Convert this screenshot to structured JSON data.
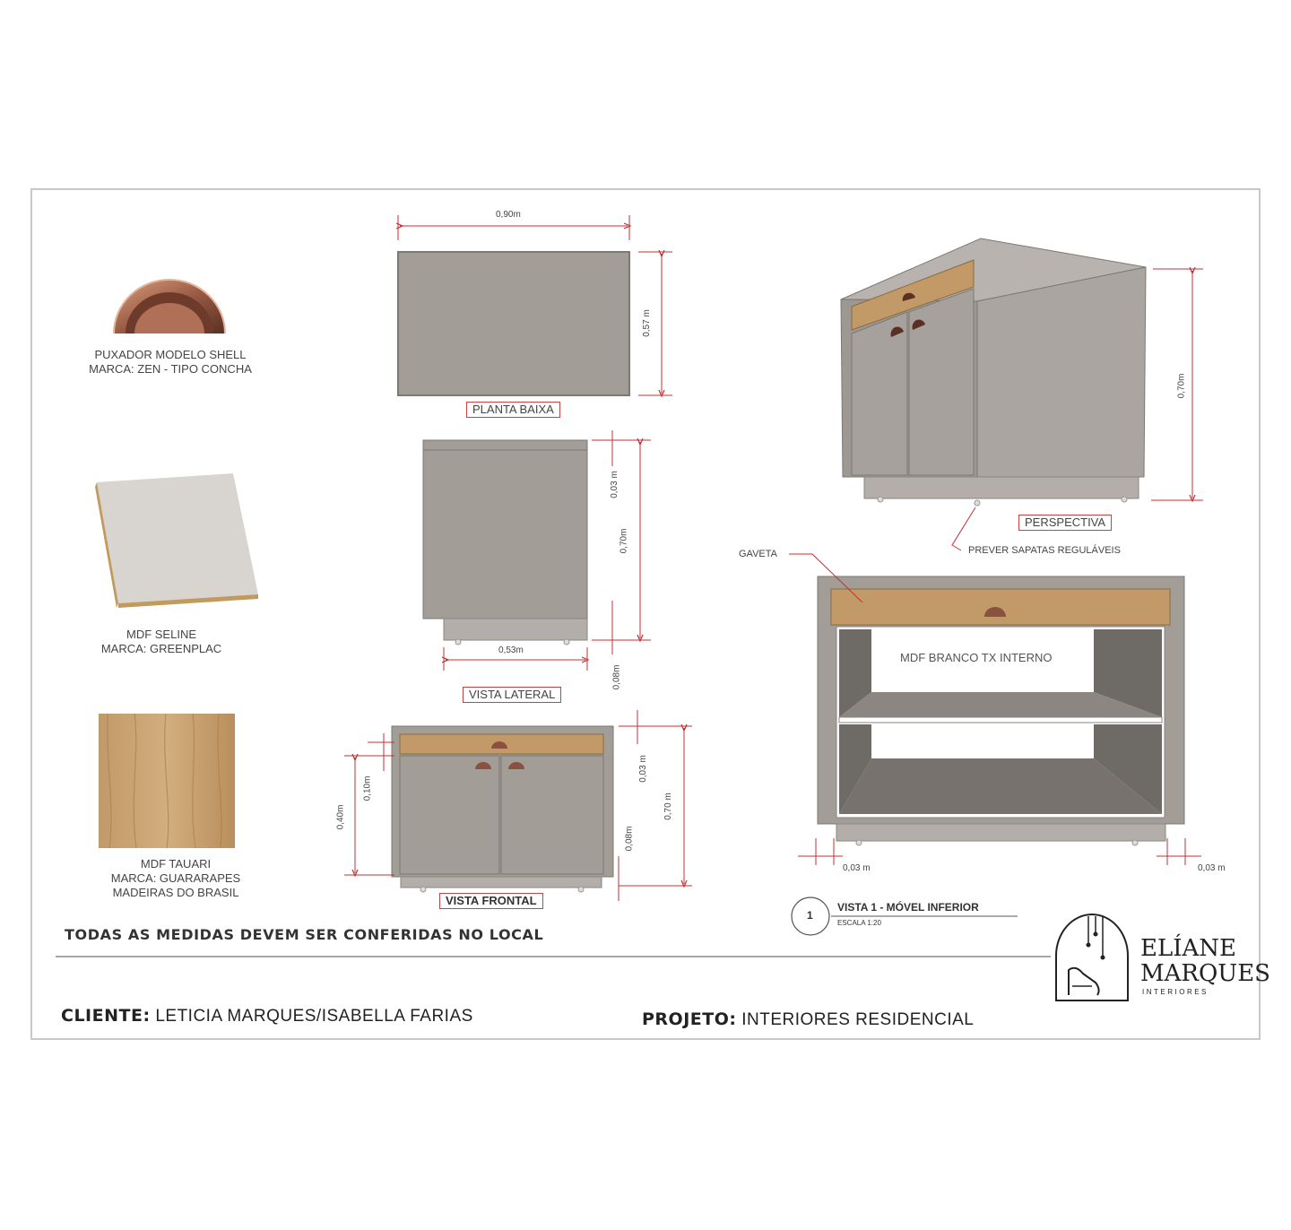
{
  "materials": {
    "handle": {
      "line1": "PUXADOR MODELO SHELL",
      "line2": "MARCA: ZEN - TIPO CONCHA"
    },
    "mdf_seline": {
      "line1": "MDF SELINE",
      "line2": "MARCA: GREENPLAC"
    },
    "mdf_tauari": {
      "line1": "MDF TAUARI",
      "line2": "MARCA: GUARARAPES",
      "line3": "MADEIRAS DO BRASIL"
    }
  },
  "views": {
    "planta_baixa": "PLANTA BAIXA",
    "vista_lateral": "VISTA LATERAL",
    "vista_frontal": "VISTA FRONTAL",
    "perspectiva": "PERSPECTIVA"
  },
  "dimensions": {
    "plan_width": "0,90m",
    "plan_depth": "0,57 m",
    "lat_top": "0,03 m",
    "lat_height": "0,70m",
    "lat_depth": "0,53m",
    "lat_base": "0,08m",
    "fr_drawer": "0,10m",
    "fr_doors": "0,40m",
    "fr_top": "0,03 m",
    "fr_height": "0,70 m",
    "fr_base": "0,08m",
    "persp_height": "0,70m",
    "int_left": "0,03 m",
    "int_right": "0,03 m"
  },
  "annotations": {
    "sapatas": "PREVER SAPATAS REGULÁVEIS",
    "gaveta": "GAVETA",
    "interno": "MDF BRANCO TX INTERNO",
    "view_number": "1",
    "view_title": "VISTA 1 - MÓVEL INFERIOR",
    "view_scale": "ESCALA 1:20",
    "note": "TODAS AS MEDIDAS DEVEM SER CONFERIDAS NO LOCAL"
  },
  "footer": {
    "client_label": "CLIENTE:",
    "client_value": "LETICIA MARQUES/ISABELLA FARIAS",
    "project_label": "PROJETO:",
    "project_value": "INTERIORES RESIDENCIAL"
  },
  "logo": {
    "line1": "ELÍANE",
    "line2": "MARQUES",
    "sub": "INTERIORES"
  },
  "colors": {
    "cabinet": "#a39d98",
    "wood": "#b08a5a",
    "dimension_line": "#c03030",
    "handle": "#8a5040"
  }
}
